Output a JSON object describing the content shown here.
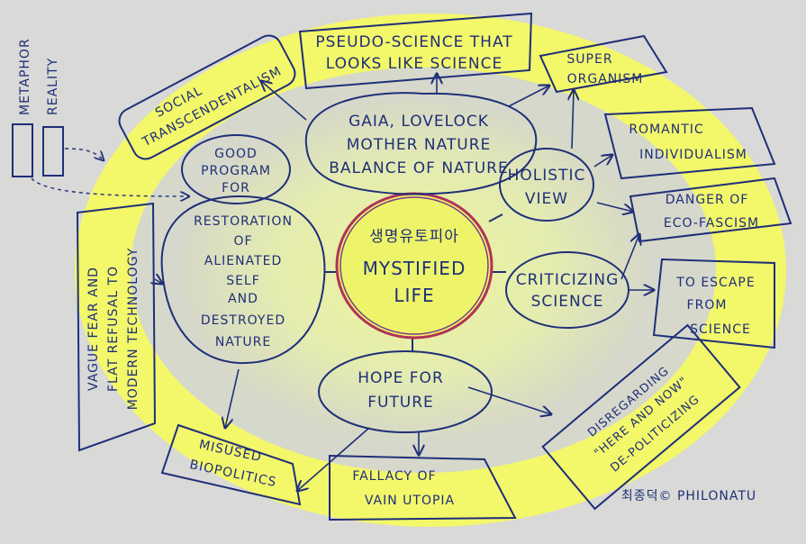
{
  "legend": {
    "metaphor": "METAPHOR",
    "reality": "REALITY",
    "metaphor_color": "#dcea9a",
    "reality_color": "#e6ea8a"
  },
  "colors": {
    "ink": "#1f2f78",
    "highlighter": "#f3f76a",
    "paper": "#d9d9d7",
    "center_ring": "#b0325a"
  },
  "center": {
    "korean": "생명유토피아",
    "line1": "MYSTIFIED",
    "line2": "LIFE"
  },
  "nodes": {
    "gaia": [
      "GAIA, LOVELOCK",
      "MOTHER NATURE",
      "BALANCE OF NATURE"
    ],
    "good_program": [
      "GOOD",
      "PROGRAM",
      "FOR"
    ],
    "restoration": [
      "RESTORATION",
      "OF",
      "ALIENATED",
      "SELF",
      "AND",
      "DESTROYED",
      "NATURE"
    ],
    "holistic": [
      "HOLISTIC",
      "VIEW"
    ],
    "criticizing": [
      "CRITICIZING",
      "SCIENCE"
    ],
    "hope": [
      "HOPE FOR",
      "FUTURE"
    ]
  },
  "outcomes": {
    "social": [
      "SOCIAL",
      "TRANSCENDENTALISM"
    ],
    "pseudo": [
      "PSEUDO-SCIENCE THAT",
      "LOOKS LIKE SCIENCE"
    ],
    "super": [
      "SUPER",
      "ORGANISM"
    ],
    "romantic": [
      "ROMANTIC",
      "INDIVIDUALISM"
    ],
    "danger": [
      "DANGER OF",
      "ECO-FASCISM"
    ],
    "escape": [
      "TO ESCAPE",
      "FROM",
      "SCIENCE"
    ],
    "disregarding": [
      "DISREGARDING",
      "\"HERE AND NOW\"",
      "DE-POLITICIZING"
    ],
    "fallacy": [
      "FALLACY OF",
      "VAIN  UTOPIA"
    ],
    "misused": [
      "MISUSED",
      "BIOPOLITICS"
    ],
    "vague": [
      "VAGUE FEAR AND",
      "FLAT REFUSAL TO",
      "MODERN TECHNOLOGY"
    ]
  },
  "signature": "최종덕© PHILONATU"
}
